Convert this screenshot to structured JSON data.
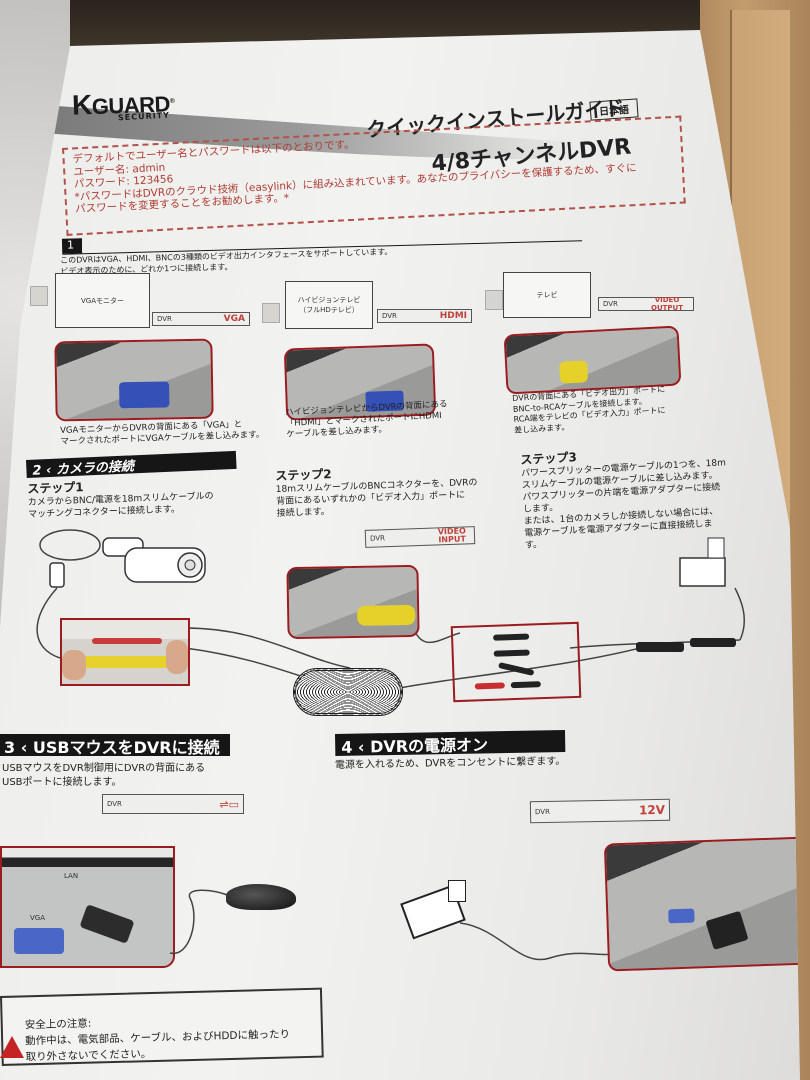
{
  "brand": {
    "logo_text": "GUARD",
    "logo_initial": "K",
    "logo_sub": "SECURITY",
    "registered": "®"
  },
  "header": {
    "language_badge": "日本語",
    "title_line1": "クイックインストールガイド",
    "title_line2": "4/8チャンネルDVR"
  },
  "notice": {
    "lines": [
      "デフォルトでユーザー名とパスワードは以下のとおりです。",
      "ユーザー名: admin",
      "パスワード: 123456",
      "*パスワードはDVRのクラウド技術（easylink）に組み込まれています。あなたのプライバシーを保護するため、すぐに",
      "パスワードを変更することをお勧めします。*"
    ],
    "color": "#b03a33"
  },
  "section1": {
    "number": "1",
    "intro_line1": "このDVRはVGA、HDMI、BNCの3種類のビデオ出力インタフェースをサポートしています。",
    "intro_line2": "ビデオ表示のために、どれか1つに接続します。",
    "panels": [
      {
        "monitor_label": "VGAモニター",
        "monitor_sub": "",
        "dvr_label": "DVR",
        "port_label": "VGA",
        "caption_line1": "VGAモニターからDVRの背面にある「VGA」と",
        "caption_line2": "マークされたポートにVGAケーブルを差し込みます。",
        "caption_line3": ""
      },
      {
        "monitor_label": "ハイビジョンテレビ",
        "monitor_sub": "（フルHDテレビ）",
        "dvr_label": "DVR",
        "port_label": "HDMI",
        "caption_line1": "ハイビジョンテレビからDVRの背面にある",
        "caption_line2": "「HDMI」とマークされたポートにHDMI",
        "caption_line3": "ケーブルを差し込みます。"
      },
      {
        "monitor_label": "テレビ",
        "monitor_sub": "",
        "dvr_label": "DVR",
        "port_label": "VIDEO OUTPUT",
        "caption_line1": "DVRの背面にある「ビデオ出力」ポートに",
        "caption_line2": "BNC-to-RCAケーブルを接続します。",
        "caption_line3": "RCA端をテレビの「ビデオ入力」ポートに",
        "caption_line4": "差し込みます。"
      }
    ]
  },
  "section2": {
    "number": "2",
    "title": "カメラの接続",
    "steps": [
      {
        "title": "ステップ1",
        "lines": [
          "カメラからBNC/電源を18mスリムケーブルの",
          "マッチングコネクターに接続します。"
        ]
      },
      {
        "title": "ステップ2",
        "lines": [
          "18mスリムケーブルのBNCコネクターを、DVRの",
          "背面にあるいずれかの「ビデオ入力」ポートに",
          "接続します。"
        ],
        "dvr_label": "DVR",
        "port_label": "VIDEO INPUT"
      },
      {
        "title": "ステップ3",
        "lines": [
          "パワースプリッターの電源ケーブルの1つを、18m",
          "スリムケーブルの電源ケーブルに差し込みます。",
          "パワスプリッターの片端を電源アダプターに接続",
          "します。",
          "または、1台のカメラしか接続しない場合には、",
          "電源ケーブルを電源アダプターに直接接続しま",
          "す。"
        ]
      }
    ]
  },
  "section3": {
    "number": "3",
    "title": "USBマウスをDVRに接続",
    "line1": "USBマウスをDVR制御用にDVRの背面にある",
    "line2": "USBポートに接続します。",
    "dvr_label": "DVR",
    "port_icon": "usb-icon",
    "photo_labels": {
      "lan": "LAN",
      "vga": "VGA"
    }
  },
  "section4": {
    "number": "4",
    "title": "DVRの電源オン",
    "line1": "電源を入れるため、DVRをコンセントに繋ぎます。",
    "dvr_label": "DVR",
    "port_label": "12V"
  },
  "safety": {
    "title": "安全上の注意:",
    "line1": "動作中は、電気部品、ケーブル、およびHDDに触ったり",
    "line2": "取り外さないでください。",
    "icon": "warning-icon"
  },
  "colors": {
    "accent_red": "#9b1c1f",
    "port_red": "#c1413a",
    "section_bar": "#161616"
  }
}
